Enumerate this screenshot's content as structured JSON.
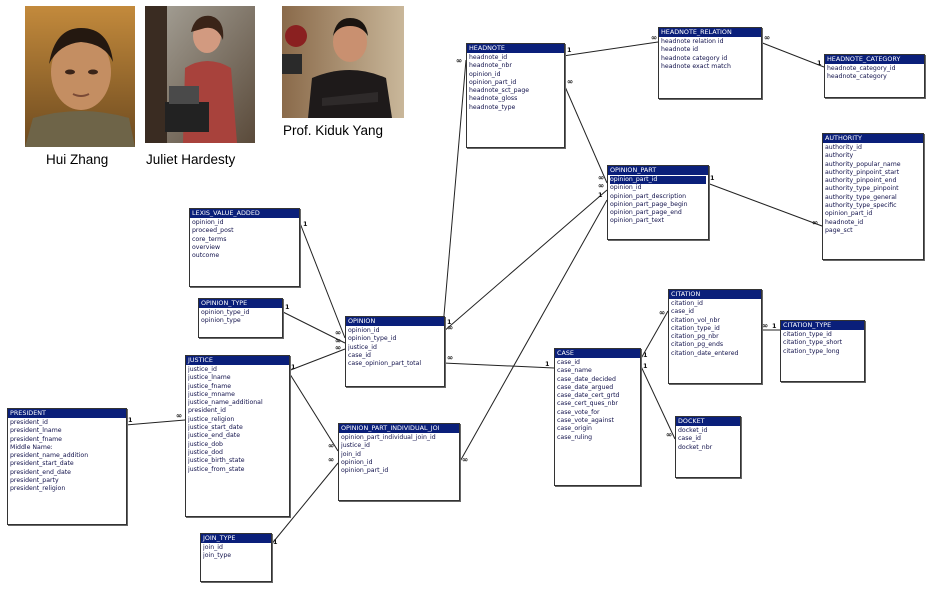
{
  "people": [
    {
      "name": "Hui Zhang"
    },
    {
      "name": "Juliet Hardesty"
    },
    {
      "name": "Prof. Kiduk Yang"
    }
  ],
  "tables": {
    "headnote": {
      "title": "HEADNOTE",
      "fields": [
        "headnote_id",
        "headnote_nbr",
        "opinion_id",
        "opinion_part_id",
        "headnote_sct_page",
        "headnote_gloss",
        "headnote_type"
      ]
    },
    "headnote_relation": {
      "title": "HEADNOTE_RELATION",
      "fields": [
        "headnote relation id",
        "headnote id",
        "headnote category id",
        "headnote exact match"
      ]
    },
    "headnote_category": {
      "title": "HEADNOTE_CATEGORY",
      "fields": [
        "headnote_category_id",
        "headnote_category"
      ]
    },
    "authority": {
      "title": "AUTHORITY",
      "fields": [
        "authority_id",
        "authority",
        "authority_popular_name",
        "authority_pinpoint_start",
        "authority_pinpoint_end",
        "authority_type_pinpoint",
        "authority_type_general",
        "authority_type_specific",
        "opinion_part_id",
        "headnote_id",
        "page_sct"
      ]
    },
    "opinion_part": {
      "title": "OPINION_PART",
      "fields": [
        "opinion_part_id",
        "opinion_id",
        "opinion_part_description",
        "opinion_part_page_begin",
        "opinion_part_page_end",
        "opinion_part_text"
      ]
    },
    "lexis_value_added": {
      "title": "LEXIS_VALUE_ADDED",
      "fields": [
        "opinion_id",
        "proceed_post",
        "core_terms",
        "overview",
        "outcome"
      ]
    },
    "opinion_type": {
      "title": "OPINION_TYPE",
      "fields": [
        "opinion_type_id",
        "opinion_type"
      ]
    },
    "opinion": {
      "title": "OPINION",
      "fields": [
        "opinion_id",
        "opinion_type_id",
        "justice_id",
        "case_id",
        "case_opinion_part_total"
      ]
    },
    "justice": {
      "title": "JUSTICE",
      "fields": [
        "justice_id",
        "justice_lname",
        "justice_fname",
        "justice_mname",
        "justice_name_additional",
        "president_id",
        "justice_religion",
        "justice_start_date",
        "justice_end_date",
        "justice_dob",
        "justice_dod",
        "justice_birth_state",
        "justice_from_state"
      ]
    },
    "president": {
      "title": "PRESIDENT",
      "fields": [
        "president_id",
        "president_lname",
        "president_fname",
        "Middle Name:",
        "president_name_addition",
        "president_start_date",
        "president_end_date",
        "president_party",
        "president_religion"
      ]
    },
    "opinion_part_individual_join": {
      "title": "OPINION_PART_INDIVIDUAL_JOI",
      "fields": [
        "opinion_part_individual_join_id",
        "justice_id",
        "join_id",
        "opinion_id",
        "opinion_part_id"
      ]
    },
    "join_type": {
      "title": "JOIN_TYPE",
      "fields": [
        "join_id",
        "join_type"
      ]
    },
    "case": {
      "title": "CASE",
      "fields": [
        "case_id",
        "case_name",
        "case_date_decided",
        "case_date_argued",
        "case_date_cert_grtd",
        "case_cert_ques_nbr",
        "case_vote_for",
        "case_vote_against",
        "case_origin",
        "case_ruling"
      ]
    },
    "citation": {
      "title": "CITATION",
      "fields": [
        "citation_id",
        "case_id",
        "citation_vol_nbr",
        "citation_type_id",
        "citation_pg_nbr",
        "citation_pg_ends",
        "citation_date_entered"
      ]
    },
    "citation_type": {
      "title": "CITATION_TYPE",
      "fields": [
        "citation_type_id",
        "citation_type_short",
        "citation_type_long"
      ]
    },
    "docket": {
      "title": "DOCKET",
      "fields": [
        "docket_id",
        "case_id",
        "docket_nbr"
      ]
    }
  },
  "cardinality": {
    "one": "1",
    "many": "∞"
  },
  "colors": {
    "header": "#0a1f7a",
    "field_text": "#10104a",
    "line": "#222222"
  }
}
